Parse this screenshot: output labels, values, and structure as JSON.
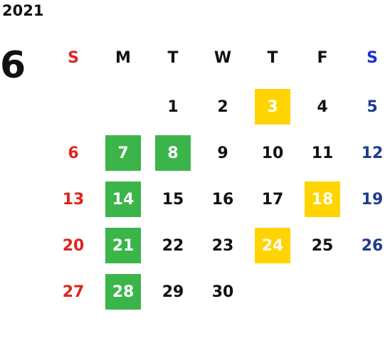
{
  "calendar": {
    "year": "2021",
    "month": "6",
    "weekdays": [
      "S",
      "M",
      "T",
      "W",
      "T",
      "F",
      "S"
    ],
    "weekday_colors": [
      "#e0241e",
      "#111111",
      "#111111",
      "#111111",
      "#111111",
      "#111111",
      "#1b2fd6"
    ],
    "day_colors": {
      "sunday": "#e0241e",
      "weekday": "#111111",
      "saturday": "#1f3d8f"
    },
    "highlight_colors": {
      "green": "#3bb54a",
      "yellow": "#ffd400"
    },
    "weeks": [
      [
        null,
        null,
        "1",
        "2",
        "3",
        "4",
        "5"
      ],
      [
        "6",
        "7",
        "8",
        "9",
        "10",
        "11",
        "12"
      ],
      [
        "13",
        "14",
        "15",
        "16",
        "17",
        "18",
        "19"
      ],
      [
        "20",
        "21",
        "22",
        "23",
        "24",
        "25",
        "26"
      ],
      [
        "27",
        "28",
        "29",
        "30",
        null,
        null,
        null
      ]
    ],
    "highlights": {
      "3": "yellow",
      "7": "green",
      "8": "green",
      "14": "green",
      "18": "yellow",
      "21": "green",
      "24": "yellow",
      "28": "green"
    }
  }
}
